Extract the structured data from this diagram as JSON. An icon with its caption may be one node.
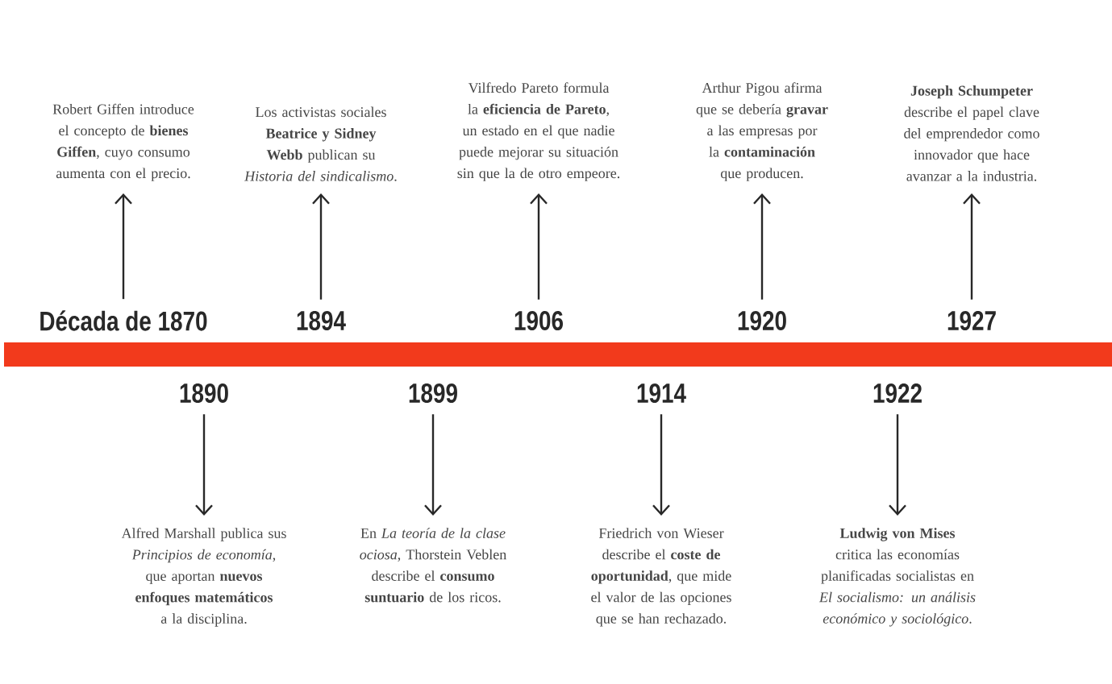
{
  "diagram": {
    "nodes": [
      {
        "text": [
          "Robert Giffen introduce el concepto de **bienes Giffen**, cuyo consumo aumenta con el precio."
        ]
      },
      {
        "text": [
          "Los activistas sociales **Beatrice y Sidney Webb** publican su *Historia del sindicalismo*."
        ]
      },
      {
        "text": [
          "Vilfredo Pareto formula la **eficiencia de Pareto**, un estado en el que nadie puede mejorar su situación sin que la de otro empeore."
        ]
      },
      {
        "text": [
          "Arthur Pigou afirma que se debería **gravar** a las empresas por la **contaminación** que producen."
        ]
      },
      {
        "text": [
          "**Joseph Schumpeter** describe el papel clave del emprendedor como innovador que hace avanzar a la industria."
        ]
      },
      {
        "text": [
          "Década de 1870"
        ]
      },
      {
        "text": [
          "1894"
        ]
      },
      {
        "text": [
          "1906"
        ]
      },
      {
        "text": [
          "1920"
        ]
      },
      {
        "text": [
          "1927"
        ]
      },
      {
        "text": [
          "1890"
        ]
      },
      {
        "text": [
          "1899"
        ]
      },
      {
        "text": [
          "1914"
        ]
      },
      {
        "text": [
          "1922"
        ]
      },
      {
        "text": [
          "Alfred Marshall publica sus *Principios de economía*, que aportan **nuevos enfoques matemáticos** a la disciplina."
        ]
      },
      {
        "text": [
          "En *La teoría de la clase ociosa*, Thorstein Veblen describe el **consumo suntuario** de los ricos."
        ]
      },
      {
        "text": [
          "Friedrich von Wieser describe el **coste de oportunidad**, que mide el valor de las opciones que se han rechazado."
        ]
      },
      {
        "text": [
          "**Ludwig von Mises** critica las economías planificadas socialistas en *El socialismo: un análisis económico y sociológico*."
        ]
      }
    ],
    "edges": [
      {
        "from": 5,
        "to": 0,
        "arrow": "to"
      },
      {
        "from": 6,
        "to": 1,
        "arrow": "to"
      },
      {
        "from": 7,
        "to": 2,
        "arrow": "to"
      },
      {
        "from": 8,
        "to": 3,
        "arrow": "to"
      },
      {
        "from": 9,
        "to": 4,
        "arrow": "to"
      },
      {
        "from": 10,
        "to": 14,
        "arrow": "to"
      },
      {
        "from": 11,
        "to": 15,
        "arrow": "to"
      },
      {
        "from": 12,
        "to": 16,
        "arrow": "to"
      },
      {
        "from": 13,
        "to": 17,
        "arrow": "to"
      }
    ]
  }
}
